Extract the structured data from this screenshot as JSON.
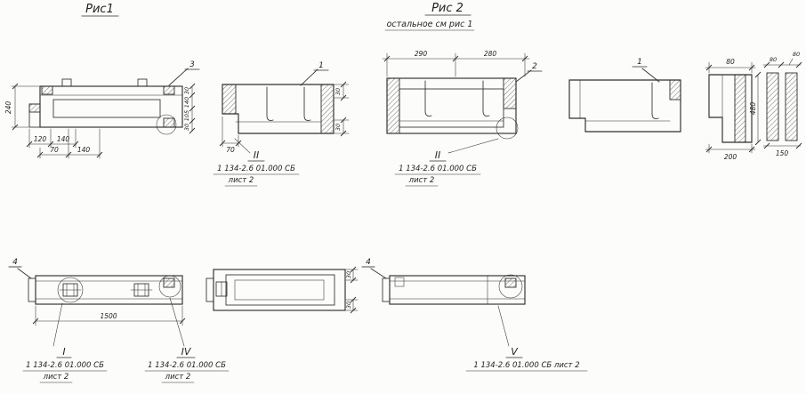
{
  "colors": {
    "ink": "#2e2e2e",
    "paper": "#fcfcfa"
  },
  "titles": {
    "fig1": "Рис1",
    "fig2": "Рис 2",
    "fig2_note": "остальное см рис 1"
  },
  "callouts": {
    "c3": "3",
    "c1a": "1",
    "c2": "2",
    "c1b": "1",
    "c4a": "4",
    "c4b": "4"
  },
  "dims": {
    "fig1_left_height": "240",
    "fig1_bottom_1": "120",
    "fig1_bottom_2": "140",
    "fig1_bottom_3": "70",
    "fig1_bottom_4": "140",
    "fig1_right_stack": [
      "30",
      "140",
      "105",
      "30"
    ],
    "sec2a_top": "30",
    "sec2a_bottom": "30",
    "sec2a_bottom_left": "70",
    "fig2_top_1": "290",
    "fig2_top_2": "280",
    "side1_top": "80",
    "side1_height": "480",
    "side1_bottom": "200",
    "side2_top_1": "80",
    "side2_top_2": "80",
    "side2_bottom": "150",
    "plan_length": "1500",
    "plan_mid_top": "30",
    "plan_mid_bottom": "30"
  },
  "sections": {
    "sec2a": {
      "roman": "II",
      "ref": "1 134-2.6 01.000 СБ",
      "sheet": "лист 2"
    },
    "sec2b": {
      "roman": "II",
      "ref": "1 134-2.6 01.000 СБ",
      "sheet": "лист 2"
    },
    "secI": {
      "roman": "I",
      "ref": "1 134-2.6 01.000 СБ",
      "sheet": "лист 2"
    },
    "secIV": {
      "roman": "IV",
      "ref": "1 134-2.6 01.000 СБ",
      "sheet": "лист 2"
    },
    "secV": {
      "roman": "V",
      "ref": "1 134-2.6 01.000 СБ лист 2"
    }
  }
}
